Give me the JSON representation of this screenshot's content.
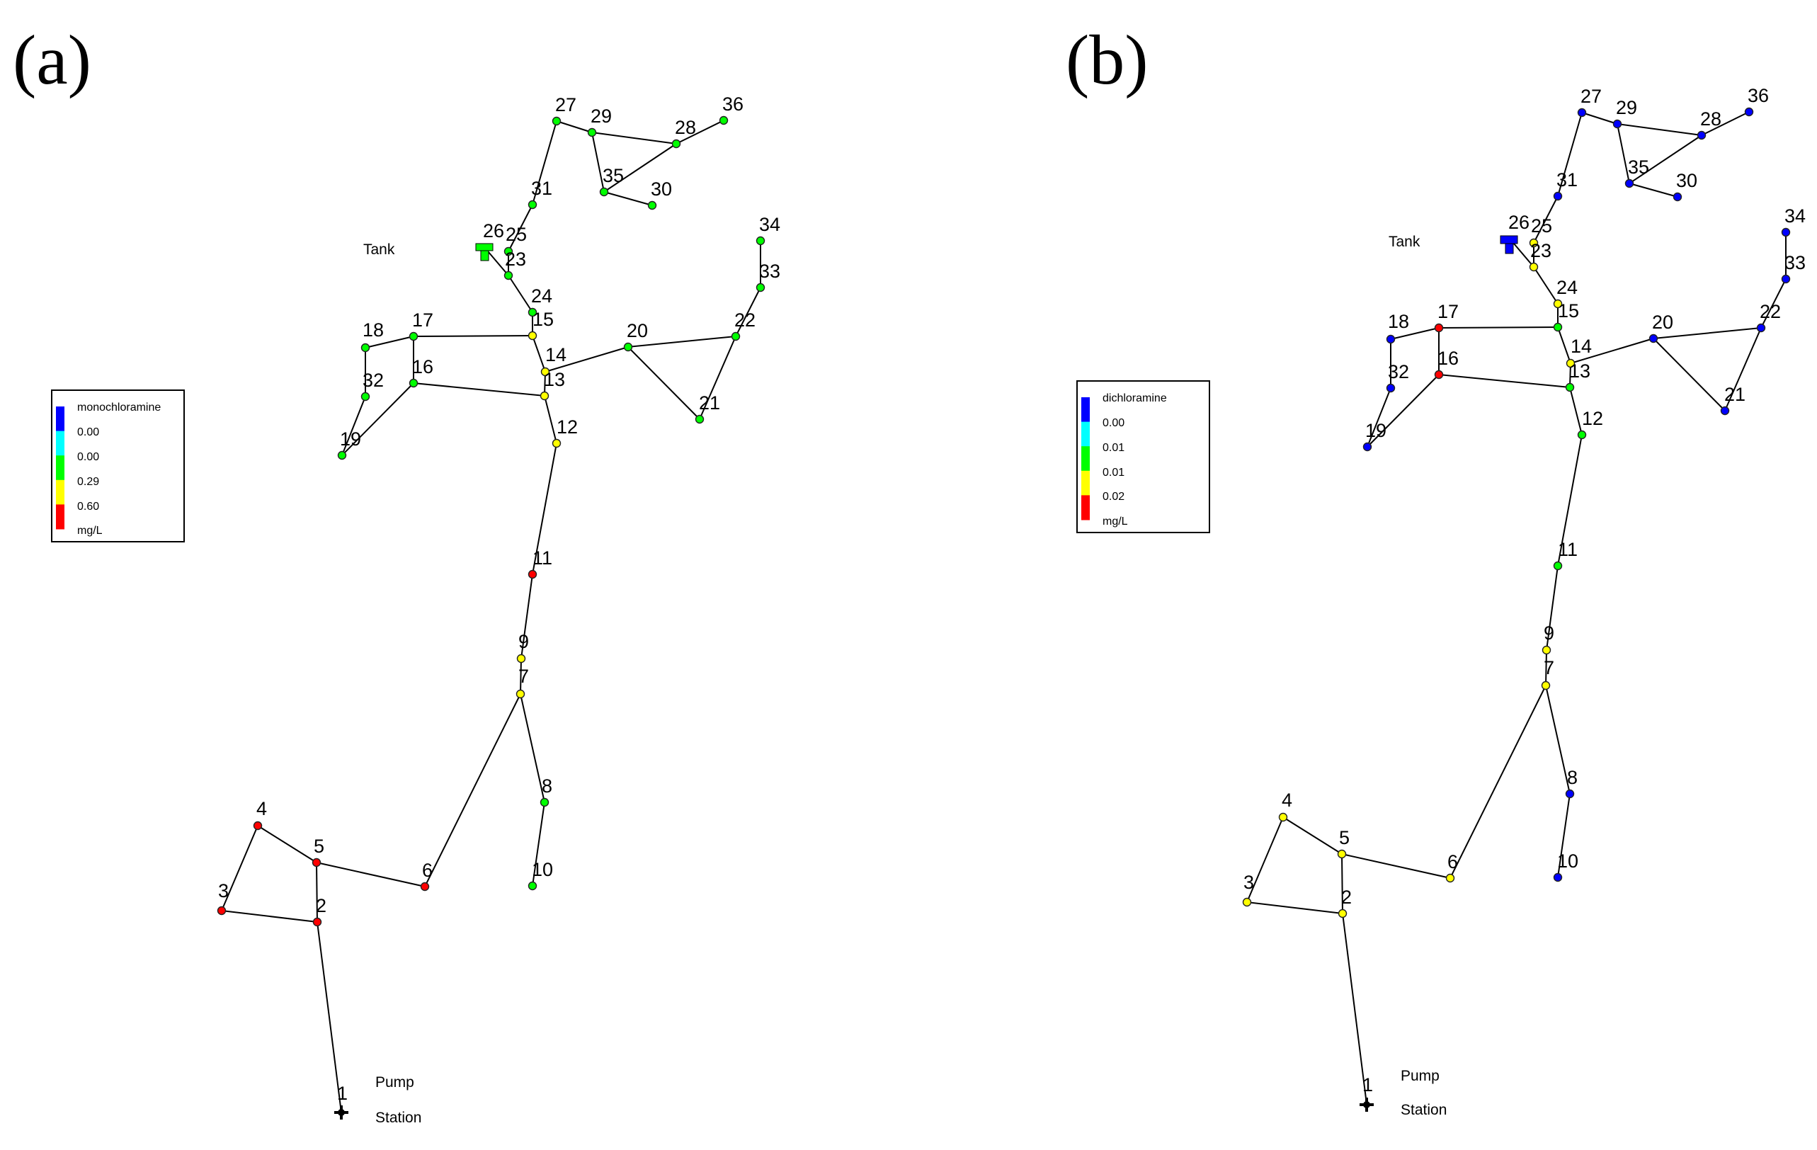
{
  "colors": {
    "blue": "#0000ff",
    "cyan": "#00ffff",
    "green": "#00ff00",
    "yellow": "#ffff00",
    "red": "#ff0000",
    "pipe": "#000000"
  },
  "legend_colors": [
    "blue",
    "cyan",
    "green",
    "yellow",
    "red"
  ],
  "nodes": [
    "1",
    "2",
    "3",
    "4",
    "5",
    "6",
    "7",
    "8",
    "9",
    "10",
    "11",
    "12",
    "13",
    "14",
    "15",
    "16",
    "17",
    "18",
    "19",
    "20",
    "21",
    "22",
    "23",
    "24",
    "25",
    "26",
    "27",
    "28",
    "29",
    "30",
    "31",
    "32",
    "33",
    "34",
    "35",
    "36"
  ],
  "links": [
    [
      "1",
      "2"
    ],
    [
      "2",
      "3"
    ],
    [
      "3",
      "4"
    ],
    [
      "4",
      "5"
    ],
    [
      "5",
      "2"
    ],
    [
      "5",
      "6"
    ],
    [
      "6",
      "7"
    ],
    [
      "7",
      "8"
    ],
    [
      "8",
      "10"
    ],
    [
      "7",
      "9"
    ],
    [
      "9",
      "11"
    ],
    [
      "11",
      "12"
    ],
    [
      "12",
      "13"
    ],
    [
      "13",
      "16"
    ],
    [
      "16",
      "19"
    ],
    [
      "19",
      "32"
    ],
    [
      "32",
      "18"
    ],
    [
      "18",
      "17"
    ],
    [
      "17",
      "16"
    ],
    [
      "17",
      "15"
    ],
    [
      "15",
      "14"
    ],
    [
      "14",
      "13"
    ],
    [
      "14",
      "20"
    ],
    [
      "20",
      "21"
    ],
    [
      "21",
      "22"
    ],
    [
      "22",
      "20"
    ],
    [
      "22",
      "33"
    ],
    [
      "33",
      "34"
    ],
    [
      "15",
      "24"
    ],
    [
      "24",
      "23"
    ],
    [
      "23",
      "26"
    ],
    [
      "23",
      "25"
    ],
    [
      "25",
      "31"
    ],
    [
      "31",
      "27"
    ],
    [
      "27",
      "29"
    ],
    [
      "29",
      "28"
    ],
    [
      "28",
      "36"
    ],
    [
      "29",
      "35"
    ],
    [
      "35",
      "28"
    ],
    [
      "35",
      "30"
    ]
  ],
  "panels": {
    "a": {
      "letter": "(a)",
      "tank_label": "Tank",
      "pump_line1": "Pump",
      "pump_line2": "Station",
      "legend": {
        "title": "monochloramine",
        "values": [
          "0.00",
          "0.00",
          "0.29",
          "0.60"
        ],
        "unit": "mg/L"
      },
      "node_colors": {
        "2": "red",
        "3": "red",
        "4": "red",
        "5": "red",
        "6": "red",
        "7": "yellow",
        "8": "green",
        "9": "yellow",
        "10": "green",
        "11": "red",
        "12": "yellow",
        "13": "yellow",
        "14": "yellow",
        "15": "yellow",
        "16": "green",
        "17": "green",
        "18": "green",
        "19": "green",
        "20": "green",
        "21": "green",
        "22": "green",
        "23": "green",
        "24": "green",
        "25": "green",
        "27": "green",
        "28": "green",
        "29": "green",
        "30": "green",
        "31": "green",
        "32": "green",
        "33": "green",
        "34": "green",
        "35": "green",
        "36": "green"
      },
      "tank_color": "green"
    },
    "b": {
      "letter": "(b)",
      "tank_label": "Tank",
      "pump_line1": "Pump",
      "pump_line2": "Station",
      "legend": {
        "title": "dichloramine",
        "values": [
          "0.00",
          "0.01",
          "0.01",
          "0.02"
        ],
        "unit": "mg/L"
      },
      "node_colors": {
        "2": "yellow",
        "3": "yellow",
        "4": "yellow",
        "5": "yellow",
        "6": "yellow",
        "7": "yellow",
        "8": "blue",
        "9": "yellow",
        "10": "blue",
        "11": "green",
        "12": "green",
        "13": "green",
        "14": "yellow",
        "15": "green",
        "16": "red",
        "17": "red",
        "18": "blue",
        "19": "blue",
        "20": "blue",
        "21": "blue",
        "22": "blue",
        "23": "yellow",
        "24": "yellow",
        "25": "yellow",
        "27": "blue",
        "28": "blue",
        "29": "blue",
        "30": "blue",
        "31": "blue",
        "32": "blue",
        "33": "blue",
        "34": "blue",
        "35": "blue",
        "36": "blue"
      },
      "tank_color": "blue"
    }
  }
}
